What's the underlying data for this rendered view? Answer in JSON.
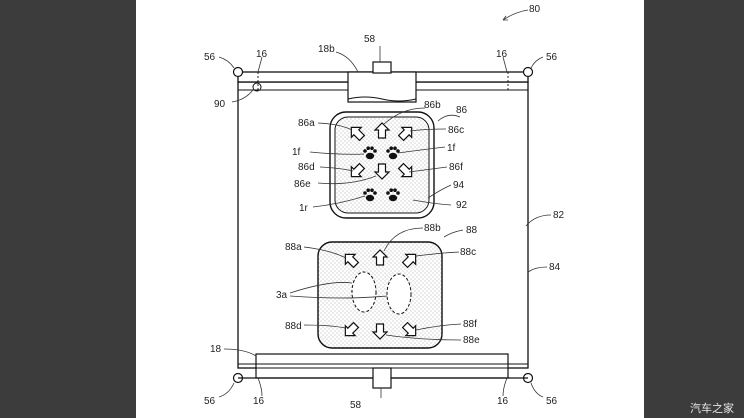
{
  "figure_number": "80",
  "labels": {
    "corner_top_left": "56",
    "corner_top_right": "56",
    "corner_bottom_left": "56",
    "corner_bottom_right": "56",
    "post_top_left": "16",
    "post_top_right": "16",
    "post_bottom_left": "16",
    "post_bottom_right": "16",
    "top_bar": "18b",
    "bottom_bar": "18",
    "knob_top": "58",
    "knob_bottom": "58",
    "ring": "90",
    "panel_edge": "82",
    "frame": "84",
    "pad_upper": "86",
    "pad_upper_a": "86a",
    "pad_upper_b": "86b",
    "pad_upper_c": "86c",
    "pad_upper_d": "86d",
    "pad_upper_e": "86e",
    "pad_upper_f": "86f",
    "paw_left": "1f",
    "paw_right": "1f",
    "paw_rear": "1r",
    "pad_border": "94",
    "pad_fill": "92",
    "pad_lower": "88",
    "pad_lower_a": "88a",
    "pad_lower_b": "88b",
    "pad_lower_c": "88c",
    "pad_lower_d": "88d",
    "pad_lower_e": "88e",
    "pad_lower_f": "88f",
    "foot_outline": "3a"
  },
  "watermark": "汽车之家",
  "colors": {
    "paper": "#ffffff",
    "margin": "#3c3c3c",
    "ink": "#222222"
  }
}
